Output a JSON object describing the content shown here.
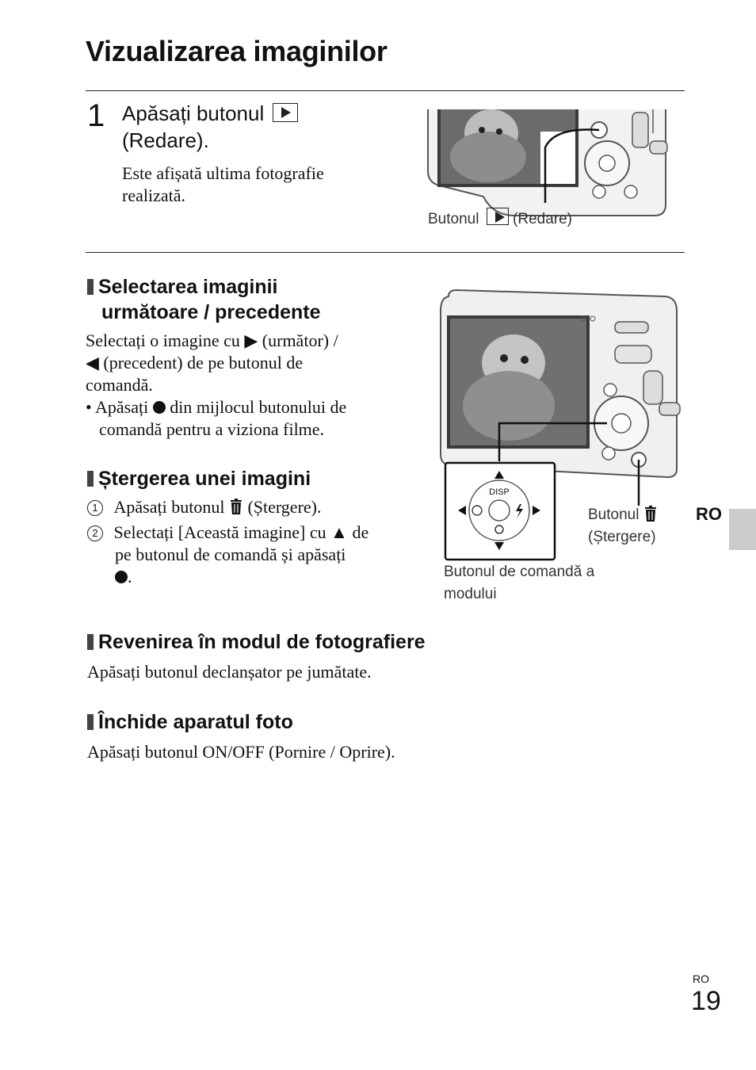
{
  "page": {
    "title": "Vizualizarea imaginilor",
    "lang_tab": "RO",
    "footer_lang": "RO",
    "page_number": "19"
  },
  "step1": {
    "number": "1",
    "heading_part1": "Apăsați butonul",
    "heading_part2": "(Redare).",
    "desc_line1": "Este afișată ultima fotografie",
    "desc_line2": "realizată.",
    "caption_left": "Butonul",
    "caption_right": "(Redare)"
  },
  "sections": {
    "select": {
      "heading_line1": "Selectarea imaginii",
      "heading_line2": "următoare / precedente",
      "line1_a": "Selectați o imagine cu",
      "line1_b": "(următor) /",
      "line2": "(precedent) de pe butonul de",
      "line3": "comandă.",
      "bullet_a": "• Apăsați",
      "bullet_b": "din mijlocul butonului de",
      "bullet_line2": "comandă pentru a viziona filme."
    },
    "delete": {
      "heading": "Ștergerea unei imagini",
      "item1_num": "1",
      "item1_a": "Apăsați butonul",
      "item1_b": "(Ștergere).",
      "item2_num": "2",
      "item2_a": "Selectați [Această imagine] cu",
      "item2_b": "de",
      "item2_line2": "pe butonul de comandă și apăsați",
      "item2_line3_end": "."
    },
    "return": {
      "heading": "Revenirea în modul de fotografiere",
      "text": "Apăsați butonul declanșator pe jumătate."
    },
    "close": {
      "heading": "Închide aparatul foto",
      "text": "Apăsați butonul ON/OFF (Pornire / Oprire)."
    }
  },
  "figure2": {
    "dial_label": "DISP",
    "delete_caption_line1": "Butonul",
    "delete_caption_line2": "(Ștergere)",
    "control_caption_line1": "Butonul de comandă a",
    "control_caption_line2": "modului"
  }
}
